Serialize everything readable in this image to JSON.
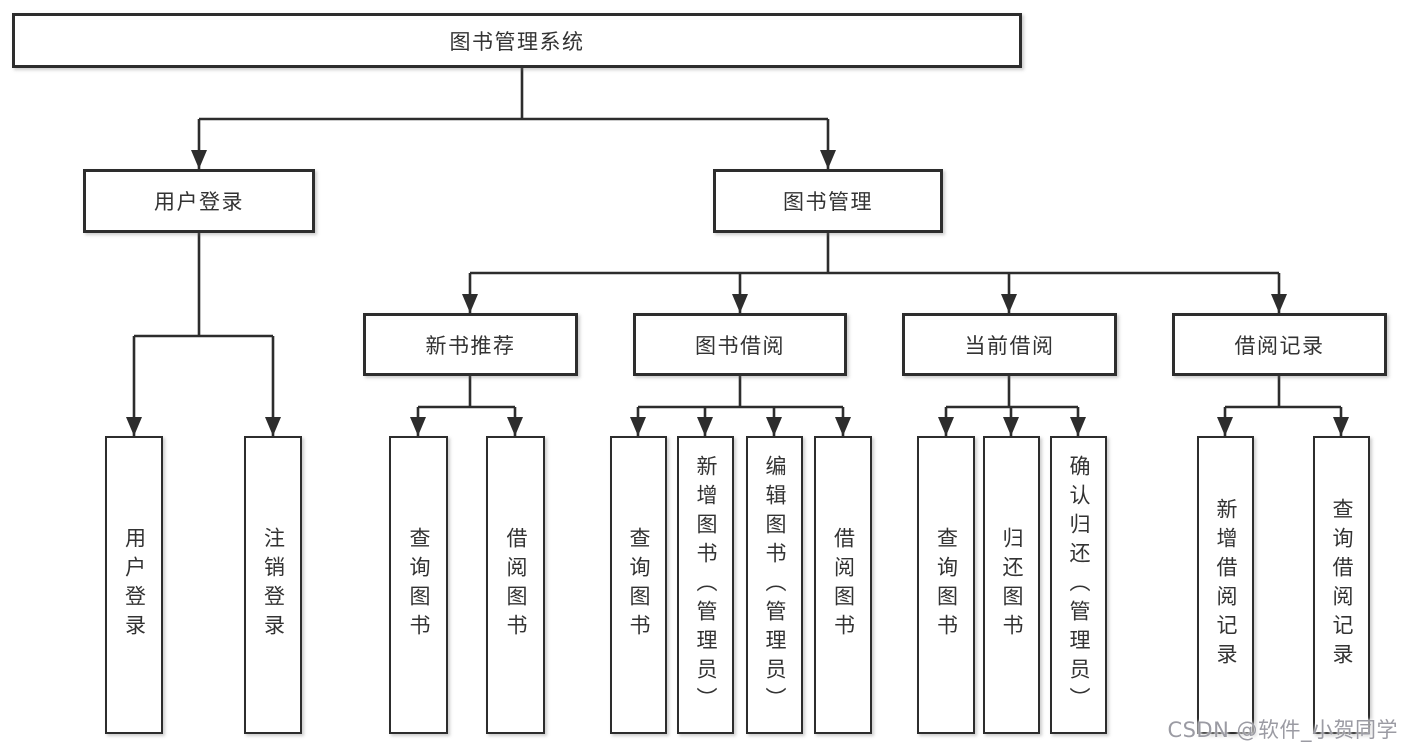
{
  "nodes": {
    "root": {
      "label": "图书管理系统"
    },
    "user_login": {
      "label": "用户登录"
    },
    "book_management": {
      "label": "图书管理"
    },
    "new_book_recommend": {
      "label": "新书推荐"
    },
    "book_borrow": {
      "label": "图书借阅"
    },
    "current_borrow": {
      "label": "当前借阅"
    },
    "borrow_records": {
      "label": "借阅记录"
    },
    "leaf_user_login": {
      "label": "用户登录"
    },
    "leaf_logout": {
      "label": "注销登录"
    },
    "leaf_query_books_a": {
      "label": "查询图书"
    },
    "leaf_borrow_books_a": {
      "label": "借阅图书"
    },
    "leaf_query_books_b": {
      "label": "查询图书"
    },
    "leaf_add_books_admin": {
      "label": "新增图书（管理员）"
    },
    "leaf_edit_books_admin": {
      "label": "编辑图书（管理员）"
    },
    "leaf_borrow_books_b": {
      "label": "借阅图书"
    },
    "leaf_query_books_c": {
      "label": "查询图书"
    },
    "leaf_return_books": {
      "label": "归还图书"
    },
    "leaf_confirm_return_admin": {
      "label": "确认归还（管理员）"
    },
    "leaf_add_borrow_record": {
      "label": "新增借阅记录"
    },
    "leaf_query_borrow_record": {
      "label": "查询借阅记录"
    }
  },
  "hierarchy": {
    "图书管理系统": {
      "用户登录": [
        "用户登录",
        "注销登录"
      ],
      "图书管理": {
        "新书推荐": [
          "查询图书",
          "借阅图书"
        ],
        "图书借阅": [
          "查询图书",
          "新增图书（管理员）",
          "编辑图书（管理员）",
          "借阅图书"
        ],
        "当前借阅": [
          "查询图书",
          "归还图书",
          "确认归还（管理员）"
        ],
        "借阅记录": [
          "新增借阅记录",
          "查询借阅记录"
        ]
      }
    }
  },
  "watermark": "CSDN @软件_小贺同学",
  "colors": {
    "line": "#2d2d2d",
    "text": "#333333",
    "box_fill": "#ffffff",
    "background": "#ffffff",
    "watermark": "#9b9ba3"
  }
}
